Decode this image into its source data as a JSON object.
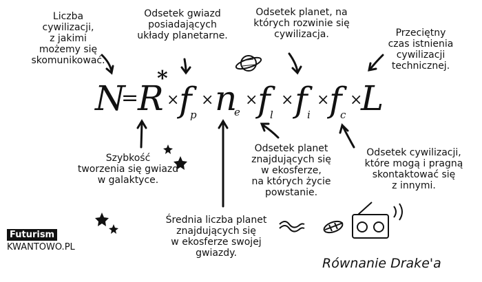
{
  "title": "Równanie Drake'a",
  "brand": {
    "futurism": "Futurism",
    "kwantowo": "KWANTOWO.PL"
  },
  "equation": {
    "lhs": "N",
    "eq": "=",
    "R": "R",
    "star": "*",
    "times": "×",
    "f": "f",
    "p": "p",
    "n": "n",
    "e": "e",
    "l": "l",
    "i": "i",
    "c": "c",
    "L": "L"
  },
  "annotations": {
    "N": "Liczba\ncywilizacji,\nz jakimi\nmożemy się\nskomunikować.",
    "fp": "Odsetek gwiazd\nposiadających\nukłady planetarne.",
    "fi": "Odsetek planet, na\nktórych rozwinie się\ncywilizacja.",
    "L": "Przeciętny\nczas istnienia\ncywilizacji\ntechnicznej.",
    "R": "Szybkość\ntworzenia się gwiazd\nw galaktyce.",
    "fl": "Odsetek planet\nznajdujących się\nw ekosferze,\nna których życie\npowstanie.",
    "fc": "Odsetek cywilizacji,\nktóre mogą i pragną\nskontaktować się\nz innymi.",
    "ne": "Średnia liczba planet\nznajdujących się\nw ekosferze swojej\ngwiazdy."
  },
  "icons": [
    "saturn-icon",
    "star-icon",
    "worm-icon",
    "fossil-icon",
    "radio-icon"
  ]
}
